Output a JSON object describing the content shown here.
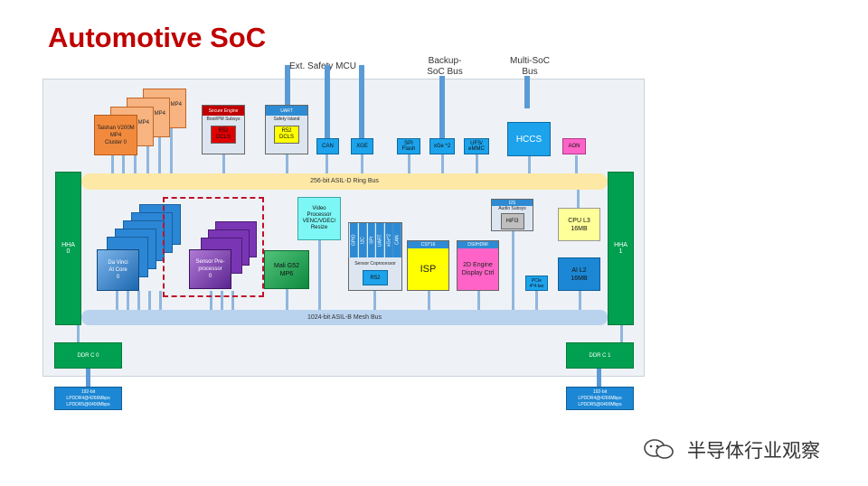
{
  "title": "Automotive SoC",
  "external": {
    "safety_mcu": "Ext. Safety MCU",
    "backup_bus": "Backup-\nSoC Bus",
    "multi_soc": "Multi-SoC\nBus"
  },
  "buses": {
    "ring": "256-bit ASIL-D Ring Bus",
    "mesh": "1024-bit ASIL-B Mesh Bus"
  },
  "hha": {
    "left": "HHA\n0",
    "right": "HHA\n1"
  },
  "ddr": {
    "left": "DDR C 0",
    "right": "DDR C 1"
  },
  "lpddr": {
    "left": [
      "192-bit",
      "LPDDR4@4266Mbps",
      "LPDDR5@6400Mbps"
    ],
    "right": [
      "192-bit",
      "LPDDR4@4266Mbps",
      "LPDDR5@6400Mbps"
    ]
  },
  "cpu": {
    "front": "Taishan V200M\nMP4\nCluster 0",
    "back": "MP4"
  },
  "secure": {
    "title": "Secure Engine",
    "sub": "Boot/PM Subsys",
    "core": "R52\nDCLS"
  },
  "safety": {
    "title": "UART",
    "sub": "Safety Island",
    "core": "R52\nDCLS"
  },
  "io": {
    "can": "CAN",
    "xge": "XGE",
    "spi": "SPI\nFlash",
    "xge2": "xGe *2",
    "ufs": "UFS/\neMMC",
    "hccs": "HCCS",
    "aon": "AON"
  },
  "ai": {
    "front": "Da Vinci\nAI Core\n0"
  },
  "sensor_pre": {
    "front": "Sensor Pre-\nprocessor\n0"
  },
  "mali": "Mali G52\nMP6",
  "video": "Video\nProcessor\nVENC/VDEC/\nResize",
  "sensor_cop": {
    "ports": [
      "GPIO",
      "I2C",
      "SPI",
      "UART",
      "xGe*2",
      "CAN"
    ],
    "title": "Sensor Coprocessor",
    "core": "R52"
  },
  "isp": {
    "hdr": "CSI*16",
    "label": "ISP"
  },
  "display": {
    "hdr": "DSI/HDMI",
    "label": "2D Engine\nDisplay Ctrl"
  },
  "audio": {
    "hdr": "I2S",
    "sub": "Audio Subsys",
    "core": "HiFi3"
  },
  "pcie": "PCIe\n4*4-lan",
  "cpu_l3": "CPU L3\n16MB",
  "ai_l2": "AI L2\n16MB",
  "watermark": "半导体行业观察"
}
